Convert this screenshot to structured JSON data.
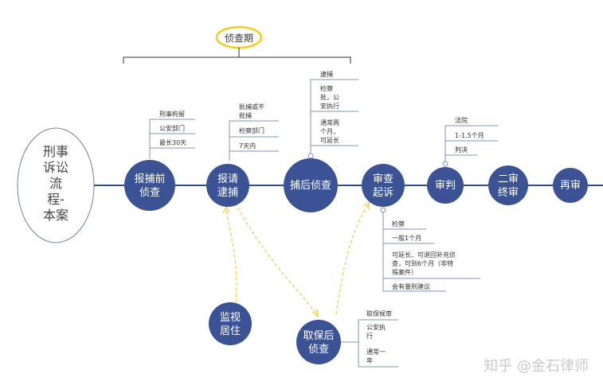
{
  "top_label": "侦查期",
  "title_lines": [
    "刑事",
    "诉讼",
    "流",
    "程-",
    "本案"
  ],
  "nodes": {
    "n1": [
      "报捕前",
      "侦查"
    ],
    "n2": [
      "报请",
      "逮捕"
    ],
    "n3": [
      "捕后侦查"
    ],
    "n4": [
      "审查",
      "起诉"
    ],
    "n5": [
      "审判"
    ],
    "n6": [
      "二审",
      "终审"
    ],
    "n7": [
      "再审"
    ],
    "n8": [
      "监视",
      "居住"
    ],
    "n9": [
      "取保后",
      "侦查"
    ]
  },
  "notes": {
    "n1": [
      "刑事拘留",
      "公安部门",
      "最长30天"
    ],
    "n2": [
      "批捕或不",
      "批捕",
      "检察部门",
      "7天内"
    ],
    "n3": [
      "逮捕",
      "检察",
      "批，公",
      "安执行",
      "通常两",
      "个月，",
      "可延长"
    ],
    "n4": [
      "检察",
      "一般1个月",
      "可延长、可退回补充侦",
      "查，可到6个月（非特",
      "殊案件）",
      "会有量刑建议"
    ],
    "n5": [
      "法院",
      "1-1.5个月",
      "判决"
    ],
    "n9": [
      "取保候审",
      "公安执",
      "行",
      "通常一",
      "年"
    ]
  },
  "colors": {
    "node_fill": "#3b5395",
    "spine": "#2e4f8a",
    "connector": "#7f92b8",
    "dashed": "#f0c842",
    "bracket": "#333333",
    "top_label_border": "#f2cc1f"
  },
  "watermark": "知乎 @金石律师"
}
